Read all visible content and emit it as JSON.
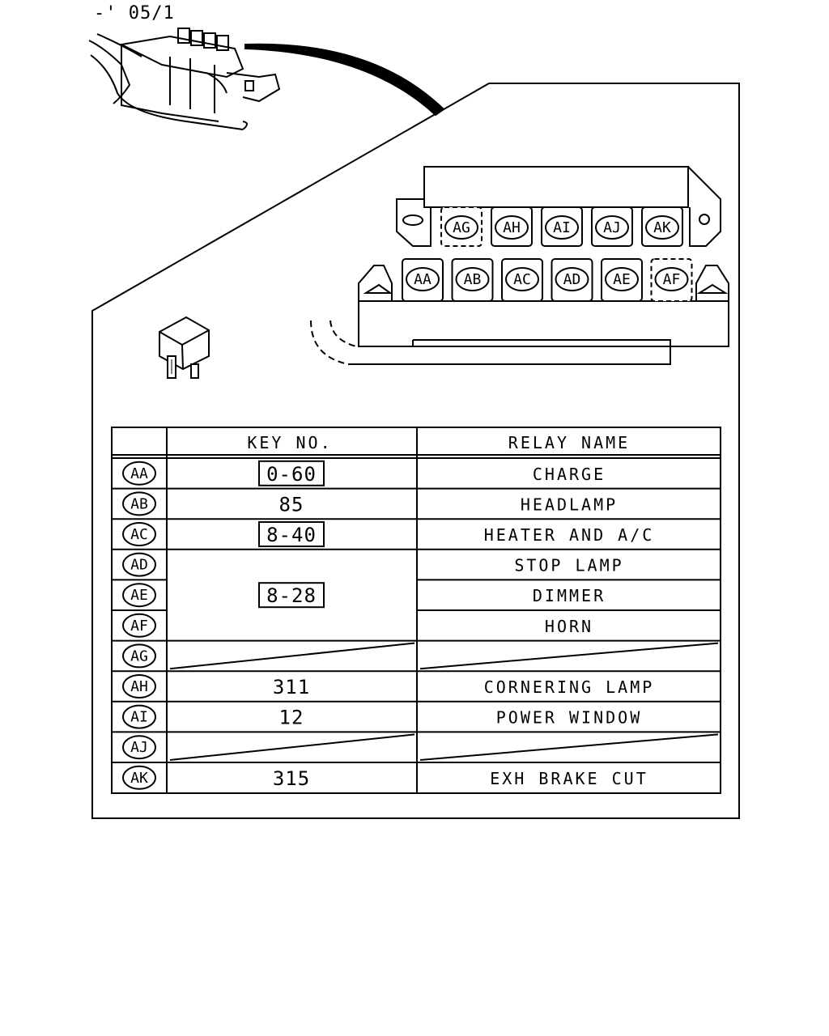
{
  "page_ref": "-' 05/1",
  "table": {
    "headers": {
      "key_no": "KEY NO.",
      "relay_name": "RELAY NAME"
    },
    "rows": [
      {
        "code": "AA",
        "key": "0-60",
        "key_boxed": true,
        "name": "CHARGE"
      },
      {
        "code": "AB",
        "key": "85",
        "key_boxed": false,
        "name": "HEADLAMP"
      },
      {
        "code": "AC",
        "key": "8-40",
        "key_boxed": true,
        "name": "HEATER AND A/C"
      },
      {
        "code": "AD",
        "key": "8-28",
        "key_boxed": true,
        "name": "STOP LAMP"
      },
      {
        "code": "AE",
        "key": "",
        "key_boxed": false,
        "name": "DIMMER"
      },
      {
        "code": "AF",
        "key": "",
        "key_boxed": false,
        "name": "HORN"
      },
      {
        "code": "AG",
        "key": "",
        "key_boxed": false,
        "name": ""
      },
      {
        "code": "AH",
        "key": "311",
        "key_boxed": false,
        "name": "CORNERING LAMP"
      },
      {
        "code": "AI",
        "key": "12",
        "key_boxed": false,
        "name": "POWER WINDOW"
      },
      {
        "code": "AJ",
        "key": "",
        "key_boxed": false,
        "name": ""
      },
      {
        "code": "AK",
        "key": "315",
        "key_boxed": false,
        "name": "EXH BRAKE CUT"
      }
    ]
  },
  "relay_box": {
    "upper_row": [
      "AG",
      "AH",
      "AI",
      "AJ",
      "AK"
    ],
    "lower_row": [
      "AA",
      "AB",
      "AC",
      "AD",
      "AE",
      "AF"
    ]
  }
}
